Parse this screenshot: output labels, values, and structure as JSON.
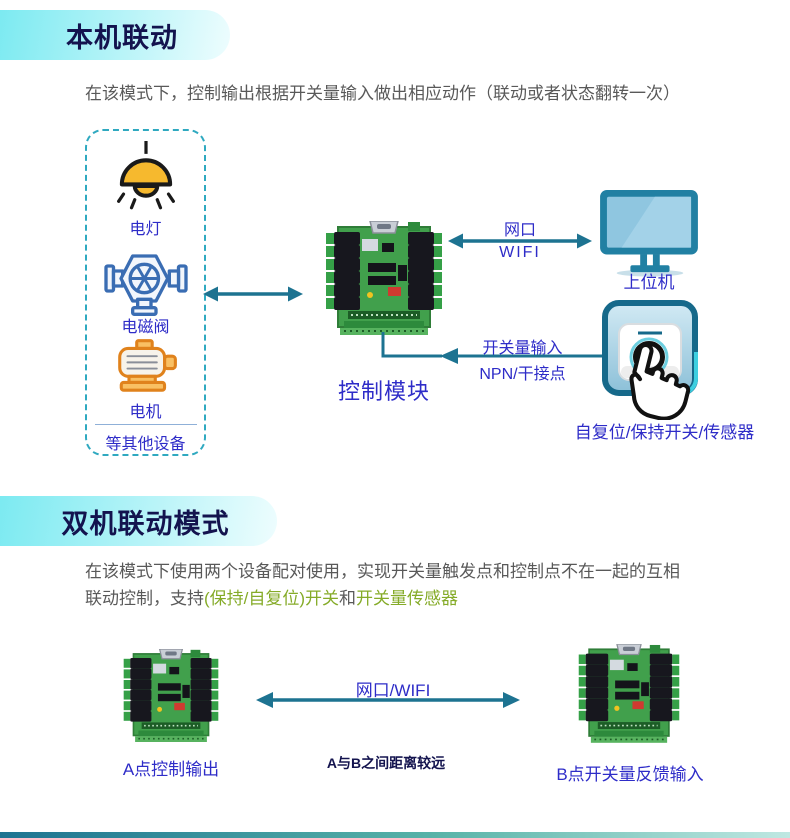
{
  "colors": {
    "accent_teal": "#1d7391",
    "label_blue": "#2e2cc8",
    "title_navy": "#13134e",
    "body_gray": "#595959",
    "highlight_green": "#85ab28",
    "band_cyan": "#7ceaf1"
  },
  "section_local": {
    "title": "本机联动",
    "description": "在该模式下，控制输出根据开关量输入做出相应动作（联动或者状态翻转一次）",
    "device_box": {
      "items": [
        {
          "icon": "lamp-icon",
          "label": "电灯"
        },
        {
          "icon": "solenoid-valve-icon",
          "label": "电磁阀"
        },
        {
          "icon": "motor-icon",
          "label": "电机"
        }
      ],
      "footer": "等其他设备"
    },
    "module_label": "控制模块",
    "host_link": {
      "line1": "网口",
      "line2": "WIFI"
    },
    "host_label": "上位机",
    "input_link": {
      "line1": "开关量输入",
      "line2": "NPN/干接点"
    },
    "switch_label": "自复位/保持开关/传感器"
  },
  "section_dual": {
    "title": "双机联动模式",
    "description": {
      "line1": "在该模式下使用两个设备配对使用，实现开关量触发点和控制点不在一起的互相",
      "line2_part1": "联动控制，支持",
      "line2_green1": "(保持/自复位)开关",
      "line2_part2": "和",
      "line2_green2": "开关量传感器"
    },
    "link_label": "网口/WIFI",
    "distance_note": "A与B之间距离较远",
    "node_a_label": "A点控制输出",
    "node_b_label": "B点开关量反馈输入"
  }
}
